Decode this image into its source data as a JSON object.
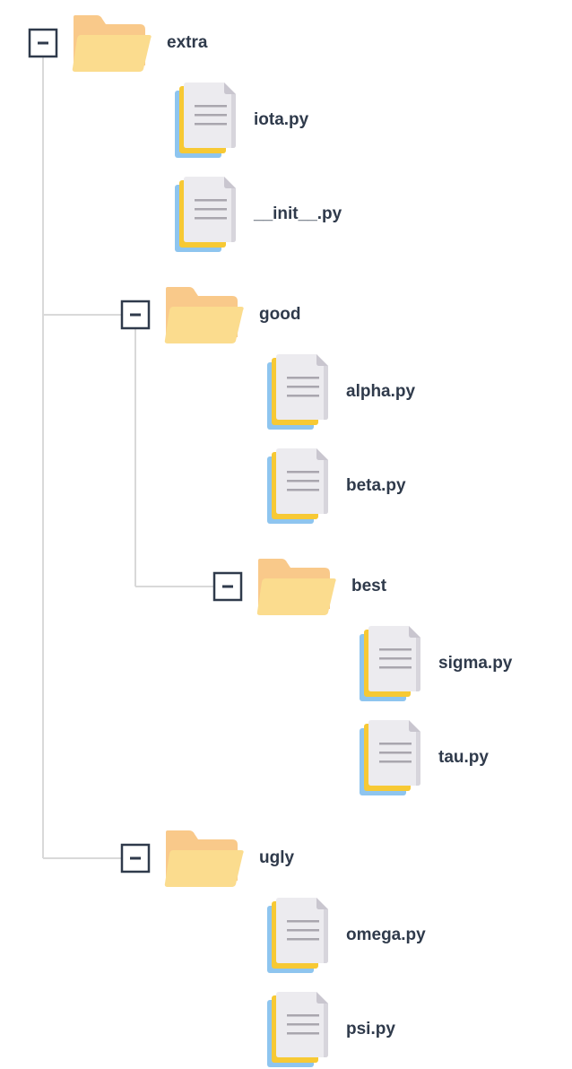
{
  "colors": {
    "connector": "#d9d9d9",
    "toggle_border": "#2f3a4b",
    "folder_back": "#f9c98a",
    "folder_front": "#fbdc8e",
    "file_blue": "#8ec5ef",
    "file_yellow": "#f7c934",
    "file_page": "#ecebef",
    "file_fold": "#c9c6cf",
    "file_lines": "#a9a6ae",
    "text": "#2f3a4b"
  },
  "tree": [
    {
      "type": "folder",
      "name": "extra",
      "depth": 0,
      "expanded": true,
      "icon": "folder-icon",
      "toggle_icon": "collapse-minus-icon"
    },
    {
      "type": "file",
      "name": "iota.py",
      "depth": 1,
      "icon": "python-file-icon"
    },
    {
      "type": "file",
      "name": "__init__.py",
      "depth": 1,
      "icon": "python-file-icon"
    },
    {
      "type": "folder",
      "name": "good",
      "depth": 1,
      "expanded": true,
      "icon": "folder-icon",
      "toggle_icon": "collapse-minus-icon"
    },
    {
      "type": "file",
      "name": "alpha.py",
      "depth": 2,
      "icon": "python-file-icon"
    },
    {
      "type": "file",
      "name": "beta.py",
      "depth": 2,
      "icon": "python-file-icon"
    },
    {
      "type": "folder",
      "name": "best",
      "depth": 2,
      "expanded": true,
      "icon": "folder-icon",
      "toggle_icon": "collapse-minus-icon"
    },
    {
      "type": "file",
      "name": "sigma.py",
      "depth": 3,
      "icon": "python-file-icon"
    },
    {
      "type": "file",
      "name": "tau.py",
      "depth": 3,
      "icon": "python-file-icon"
    },
    {
      "type": "folder",
      "name": "ugly",
      "depth": 1,
      "expanded": true,
      "icon": "folder-icon",
      "toggle_icon": "collapse-minus-icon"
    },
    {
      "type": "file",
      "name": "omega.py",
      "depth": 2,
      "icon": "python-file-icon"
    },
    {
      "type": "file",
      "name": "psi.py",
      "depth": 2,
      "icon": "python-file-icon"
    }
  ]
}
